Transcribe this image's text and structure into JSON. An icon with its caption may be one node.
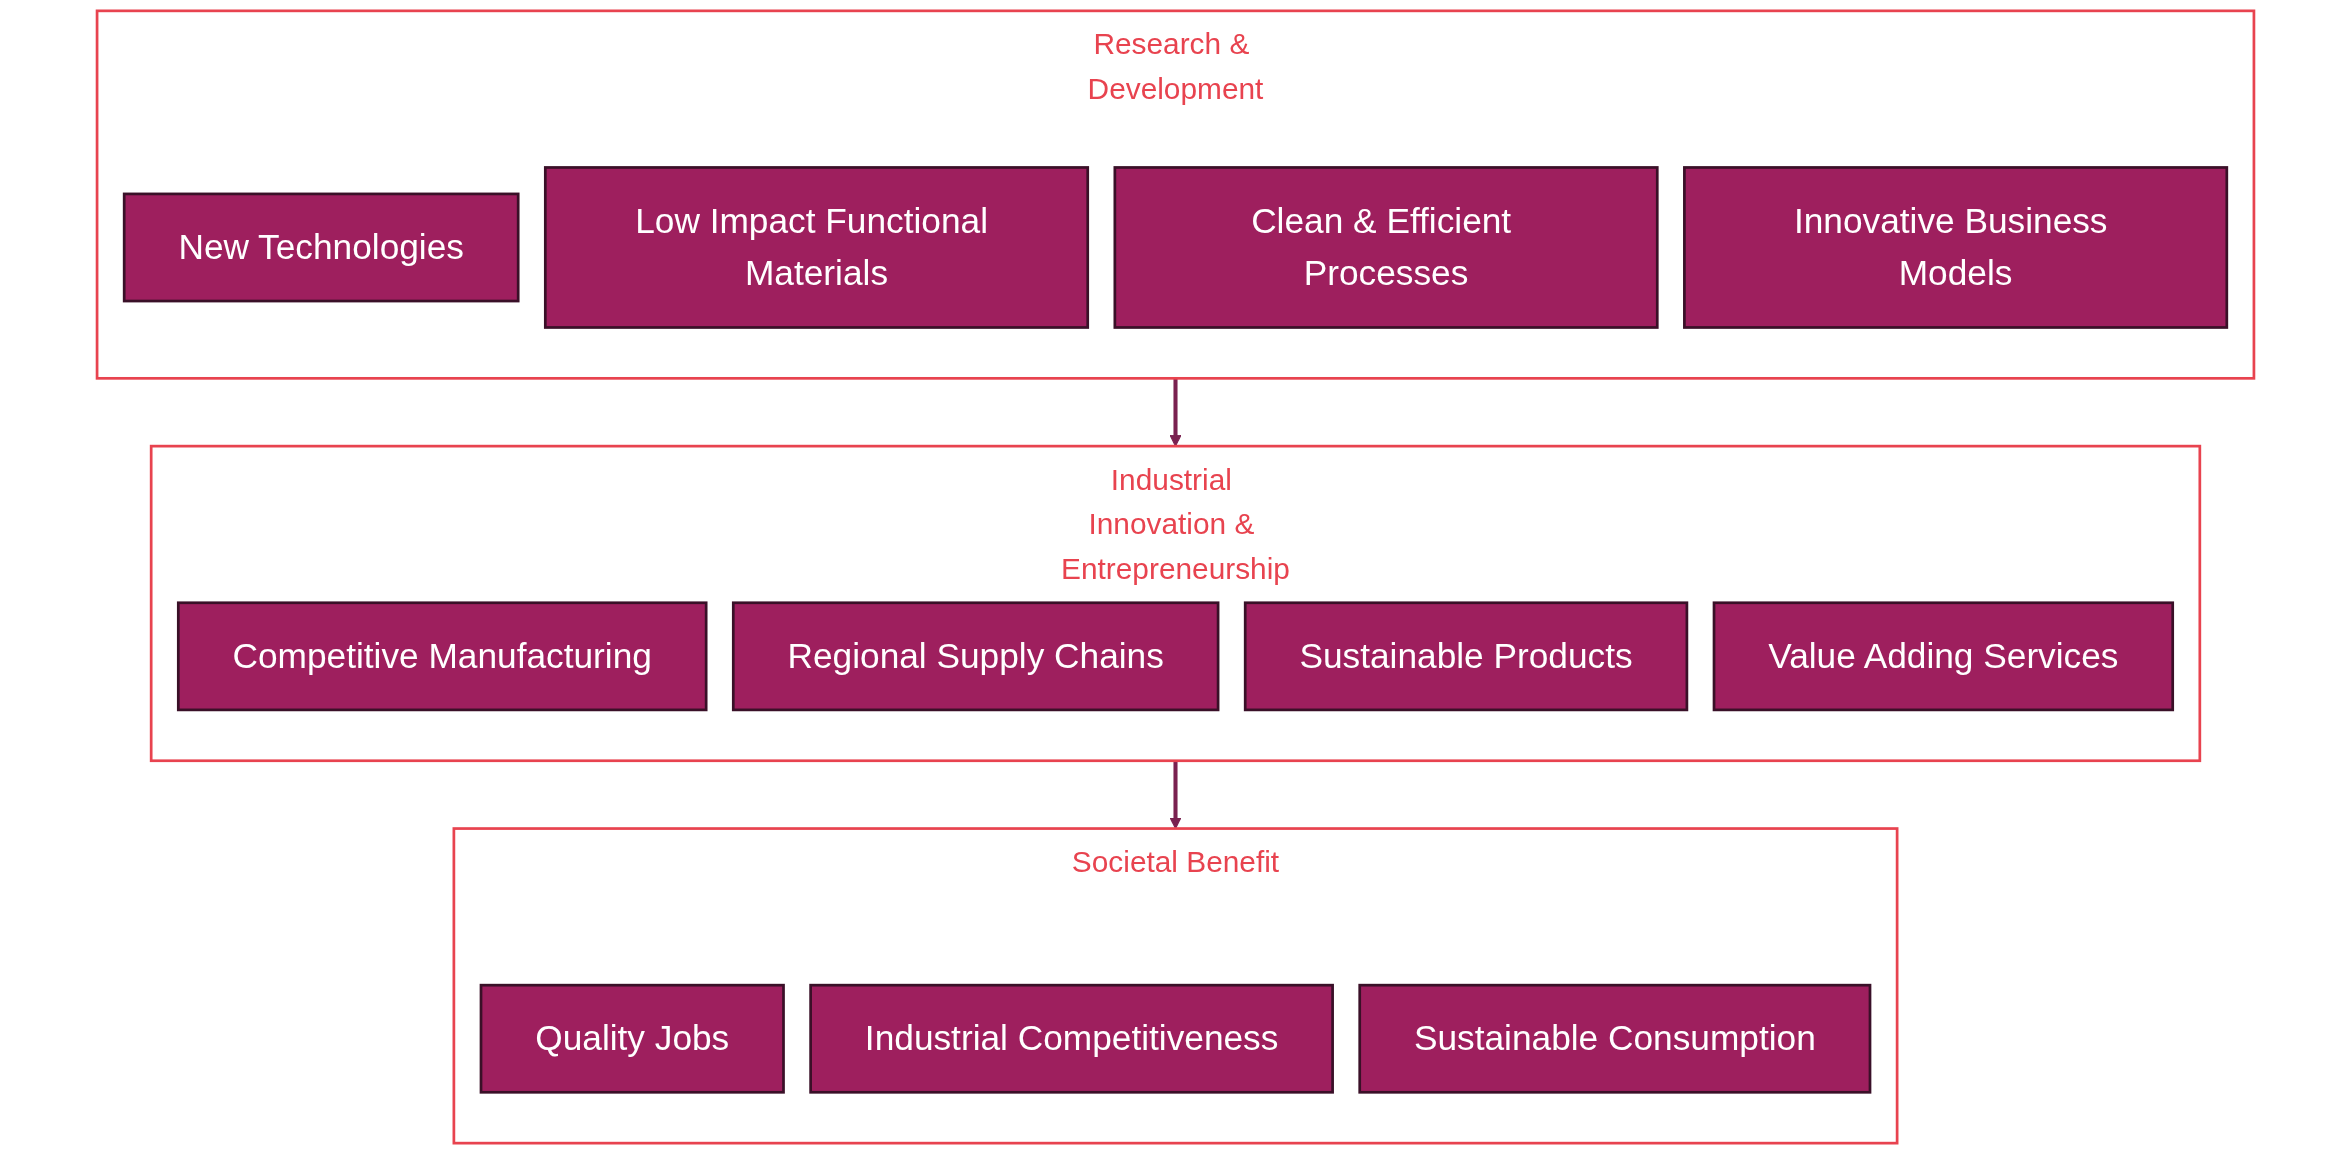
{
  "diagram": {
    "nodes": [
      {
        "text": [
          "Research & Development"
        ]
      },
      {
        "text": [
          "New Technologies"
        ],
        "in": 0
      },
      {
        "text": [
          "Low Impact Functional Materials"
        ],
        "in": 0
      },
      {
        "text": [
          "Clean & Efficient Processes"
        ],
        "in": 0
      },
      {
        "text": [
          "Innovative Business Models"
        ],
        "in": 0
      },
      {
        "text": [
          "Industrial Innovation & Entrepreneurship"
        ]
      },
      {
        "text": [
          "Competitive Manufacturing"
        ],
        "in": 5
      },
      {
        "text": [
          "Regional Supply Chains"
        ],
        "in": 5
      },
      {
        "text": [
          "Sustainable Products"
        ],
        "in": 5
      },
      {
        "text": [
          "Value Adding Services"
        ],
        "in": 5
      },
      {
        "text": [
          "Societal Benefit"
        ]
      },
      {
        "text": [
          "Quality Jobs"
        ],
        "in": 10
      },
      {
        "text": [
          "Industrial Competitiveness"
        ],
        "in": 10
      },
      {
        "text": [
          "Sustainable Consumption"
        ],
        "in": 10
      }
    ],
    "edges": [
      {
        "from": 0,
        "to": 5,
        "arrow": "to"
      },
      {
        "from": 5,
        "to": 10,
        "arrow": "to"
      }
    ]
  }
}
